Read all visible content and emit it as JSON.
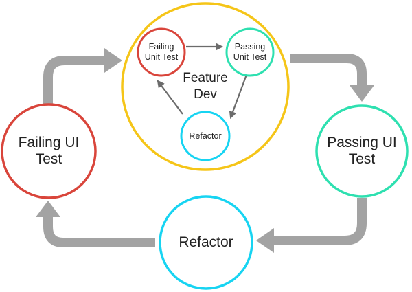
{
  "colors": {
    "red": "#d9453b",
    "teal": "#2ee0b0",
    "cyan": "#17d4f2",
    "yellow": "#f5c518",
    "outer_arrow": "#a3a3a3",
    "inner_arrow": "#6b6b6b"
  },
  "outer_cycle": {
    "failing_ui_test": "Failing UI\nTest",
    "passing_ui_test": "Passing UI\nTest",
    "refactor": "Refactor"
  },
  "feature_dev": {
    "title": "Feature\nDev",
    "failing_unit_test": "Failing\nUnit Test",
    "passing_unit_test": "Passing\nUnit Test",
    "refactor": "Refactor"
  }
}
